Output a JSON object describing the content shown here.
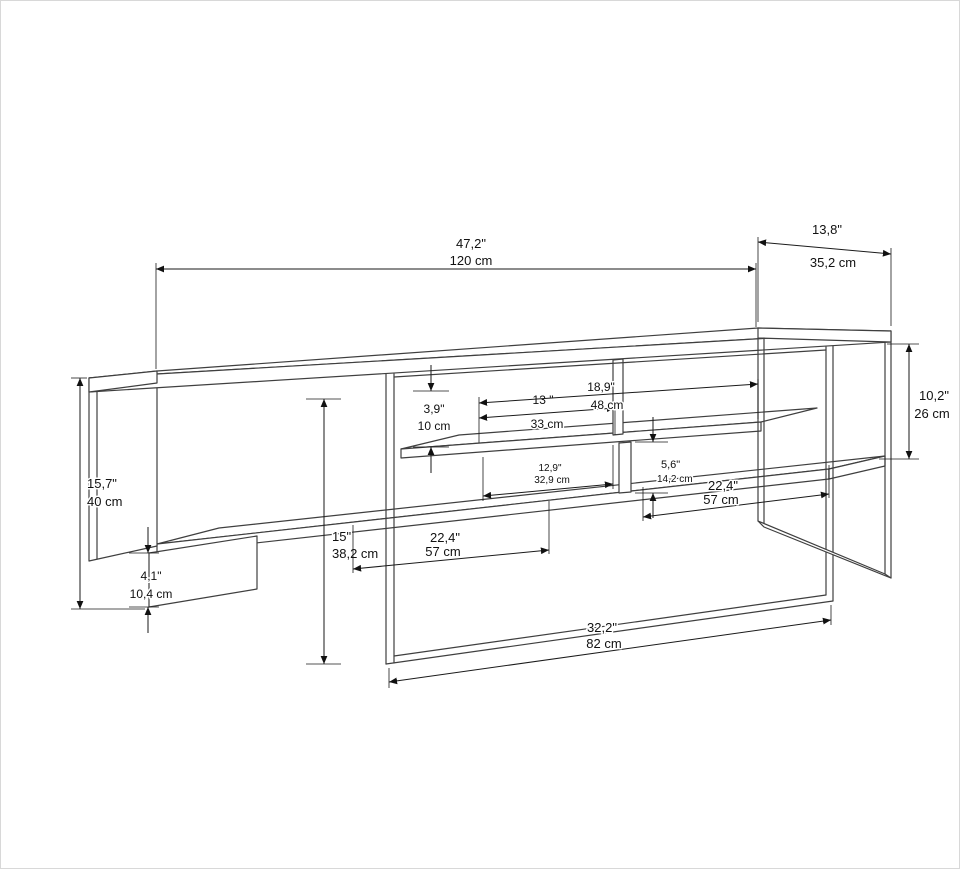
{
  "title": "TV stand technical dimension drawing",
  "colors": {
    "line": "#3f3f3f",
    "dimension": "#1a1a1a",
    "background": "#ffffff",
    "border": "#d8d8d8"
  },
  "dimensions": {
    "top_width": {
      "inch": "47,2\"",
      "cm": "120 cm"
    },
    "top_depth": {
      "inch": "13,8\"",
      "cm": "35,2 cm"
    },
    "right_opening_height": {
      "inch": "10,2\"",
      "cm": "26 cm"
    },
    "overall_height": {
      "inch": "15,7\"",
      "cm": "40 cm"
    },
    "foot_height": {
      "inch": "4,1\"",
      "cm": "10,4 cm"
    },
    "interior_height": {
      "inch": "15\"",
      "cm": "38,2 cm"
    },
    "top_shelf_gap": {
      "inch": "3,9\"",
      "cm": "10 cm"
    },
    "upper_niche_width": {
      "inch": "13 \"",
      "cm": "33 cm"
    },
    "mid_shelf_width": {
      "inch": "18,9\"",
      "cm": "48 cm"
    },
    "lower_niche_width": {
      "inch": "12,9\"",
      "cm": "32,9 cm"
    },
    "divider_height": {
      "inch": "5,6\"",
      "cm": "14,2 cm"
    },
    "bottom_right_width": {
      "inch": "22,4\"",
      "cm": "57 cm"
    },
    "bottom_left_width": {
      "inch": "22,4\"",
      "cm": "57 cm"
    },
    "base_frame_width": {
      "inch": "32,2\"",
      "cm": "82 cm"
    }
  }
}
